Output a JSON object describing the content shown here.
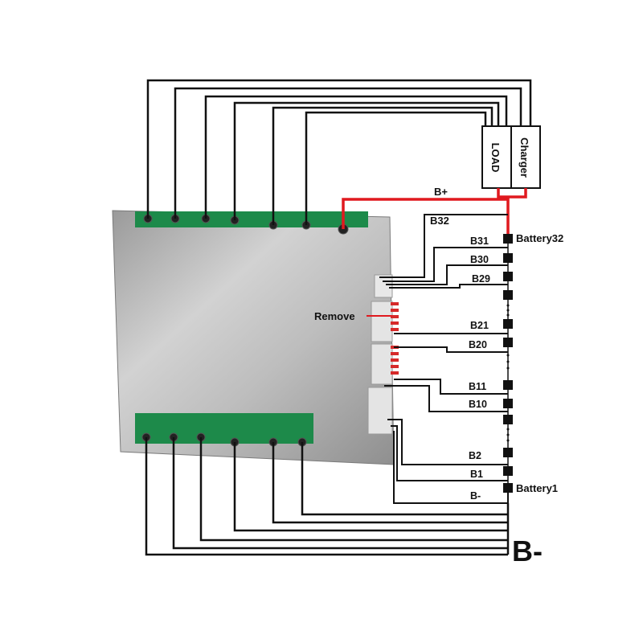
{
  "labels": {
    "load": "LOAD",
    "charger": "Charger",
    "b_plus": "B+",
    "b32": "B32",
    "b31": "B31",
    "b30": "B30",
    "b29": "B29",
    "b21": "B21",
    "b20": "B20",
    "b11": "B11",
    "b10": "B10",
    "b2": "B2",
    "b1": "B1",
    "b_minus_small": "B-",
    "battery32": "Battery32",
    "battery1": "Battery1",
    "remove": "Remove",
    "b_minus_big": "B-"
  },
  "colors": {
    "wire": "#111111",
    "positive_wire": "#e0191f",
    "board_plate": "#b9b9b9",
    "pcb": "#1d8a4a",
    "cell": "#111111"
  }
}
